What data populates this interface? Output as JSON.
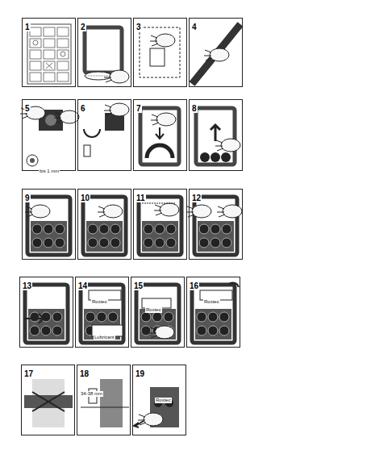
{
  "diagram": {
    "nodes": [
      {
        "text": [
          "1"
        ]
      },
      {
        "text": [
          "2"
        ]
      },
      {
        "text": [
          "3"
        ]
      },
      {
        "text": [
          "4"
        ]
      },
      {
        "text": [
          "5"
        ]
      },
      {
        "text": [
          "6"
        ]
      },
      {
        "text": [
          "7"
        ]
      },
      {
        "text": [
          "8"
        ]
      },
      {
        "text": [
          "9"
        ]
      },
      {
        "text": [
          "10"
        ]
      },
      {
        "text": [
          "11"
        ]
      },
      {
        "text": [
          "12"
        ]
      },
      {
        "text": [
          "13"
        ]
      },
      {
        "text": [
          "14"
        ]
      },
      {
        "text": [
          "15"
        ]
      },
      {
        "text": [
          "16"
        ]
      },
      {
        "text": [
          "17"
        ]
      },
      {
        "text": [
          "18"
        ]
      },
      {
        "text": [
          "19"
        ]
      }
    ],
    "labels": [
      "bis 1 mm",
      "Roxtec",
      "Lubricant",
      "Roxtec",
      "Roxtec",
      "34-38 mm",
      "Roxtec"
    ]
  }
}
